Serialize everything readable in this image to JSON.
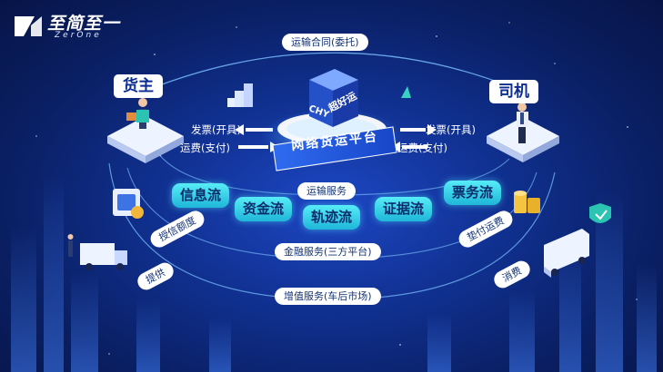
{
  "logo": {
    "name_cn": "至简至一",
    "name_en": "ZerOne"
  },
  "platform": {
    "name": "网络货运平台",
    "cube_text": "超好运",
    "cube_label": "CHY"
  },
  "roles": {
    "shipper": "货主",
    "driver": "司机"
  },
  "top_contract": "运输合同(委托)",
  "shipper_side": {
    "invoice": "发票(开具)",
    "freight": "运费(支付)"
  },
  "driver_side": {
    "invoice": "发票(开具)",
    "freight": "运费(支付)"
  },
  "transport_service": "运输服务",
  "flows": [
    "信息流",
    "资金流",
    "轨迹流",
    "证据流",
    "票务流"
  ],
  "left_items": {
    "credit_limit": "授信额度",
    "provide": "提供"
  },
  "right_items": {
    "advance_freight": "垫付运费",
    "consume": "消费"
  },
  "finance_service": "金融服务(三方平台)",
  "value_added_service": "增值服务(车后市场)"
}
